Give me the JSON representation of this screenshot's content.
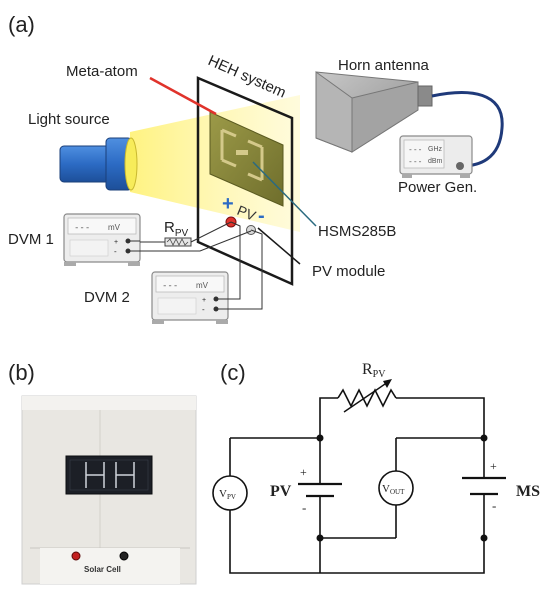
{
  "panel_a": {
    "panel_label": "(a)",
    "meta_atom": "Meta-atom",
    "heh_system": "HEH system",
    "horn_antenna": "Horn antenna",
    "light_source": "Light source",
    "power_gen": "Power Gen.",
    "power_gen_unit1": "GHz",
    "power_gen_unit2": "dBm",
    "hsms": "HSMS285B",
    "pv_module": "PV module",
    "pv_text": "PV",
    "dvm1": "DVM 1",
    "dvm2": "DVM 2",
    "dvm_unit": "mV",
    "dvm_display": "---",
    "rpv_main": "R",
    "rpv_sub": "PV",
    "plus": "+",
    "minus": "-"
  },
  "panel_b": {
    "panel_label": "(b)",
    "solar_cell": "Solar Cell"
  },
  "panel_c": {
    "panel_label": "(c)",
    "rpv_main": "R",
    "rpv_sub": "PV",
    "vpv_main": "V",
    "vpv_sub": "PV",
    "vout_main": "V",
    "vout_sub": "OUT",
    "pv": "PV",
    "ms": "MS",
    "plus": "+",
    "minus": "-"
  },
  "colors": {
    "light_yellow": "#fdf59a",
    "lamp_blue": "#2c6bc4",
    "laser_red": "#e0332b",
    "cable_navy": "#1f3a7a",
    "board_olive": "#8a8a3a",
    "horn_gray": "#9a9a9a"
  }
}
